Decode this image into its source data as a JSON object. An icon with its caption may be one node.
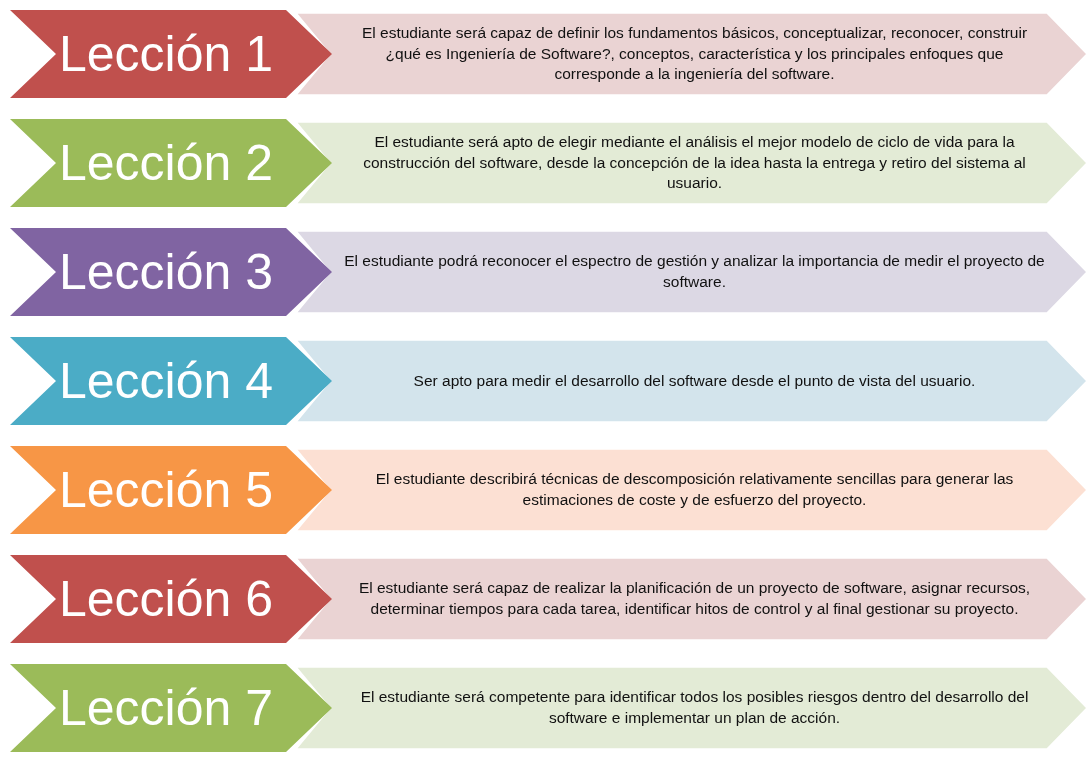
{
  "diagram": {
    "nodes": [
      {
        "text": [
          "Lección 1"
        ]
      },
      {
        "text": [
          "El estudiante será capaz de definir los fundamentos básicos, conceptualizar, reconocer, construir ¿qué es Ingeniería de Software?, conceptos, característica y los principales enfoques que corresponde a la ingeniería del software."
        ]
      },
      {
        "text": [
          "Lección 2"
        ]
      },
      {
        "text": [
          "El estudiante será apto de elegir mediante el análisis el mejor modelo de ciclo de vida para la construcción del software, desde la concepción de la idea hasta la entrega y retiro del sistema al usuario."
        ]
      },
      {
        "text": [
          "Lección 3"
        ]
      },
      {
        "text": [
          "El estudiante podrá reconocer el espectro de gestión y analizar la importancia de medir el proyecto de software."
        ]
      },
      {
        "text": [
          "Lección 4"
        ]
      },
      {
        "text": [
          "Ser apto para medir el desarrollo del software desde el punto de vista del usuario."
        ]
      },
      {
        "text": [
          "Lección 5"
        ]
      },
      {
        "text": [
          "El estudiante describirá técnicas de descomposición relativamente sencillas para generar las estimaciones de coste y de esfuerzo del proyecto."
        ]
      },
      {
        "text": [
          "Lección 6"
        ]
      },
      {
        "text": [
          "El estudiante será capaz de realizar la planificación de un proyecto de software, asignar recursos, determinar tiempos para cada tarea, identificar hitos de control y al final gestionar su proyecto."
        ]
      },
      {
        "text": [
          "Lección 7"
        ]
      },
      {
        "text": [
          "El estudiante será competente para identificar todos los posibles riesgos dentro del desarrollo del software e implementar un plan de acción."
        ]
      }
    ]
  }
}
